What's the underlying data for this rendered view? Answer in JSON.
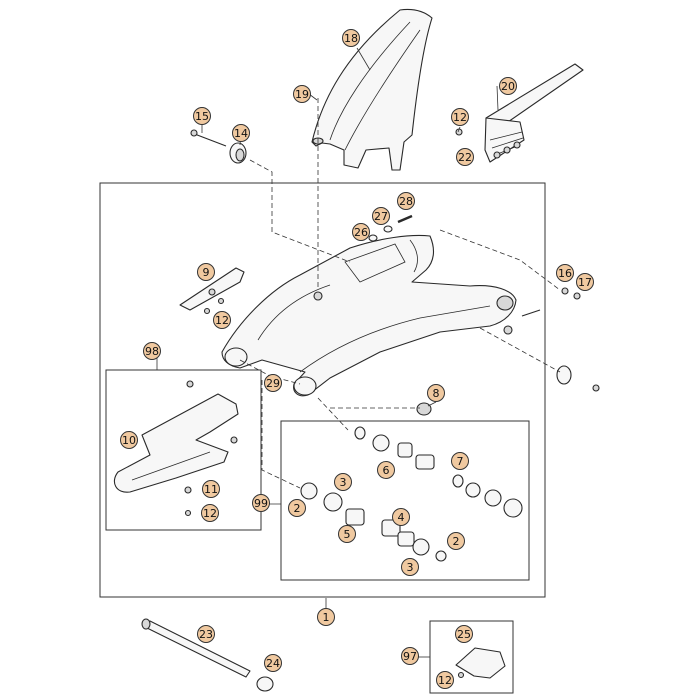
{
  "diagram": {
    "callout_fill": "#f0c9a0",
    "line_color": "#333333",
    "callouts": [
      "18",
      "19",
      "20",
      "15",
      "14",
      "12",
      "22",
      "28",
      "27",
      "26",
      "9",
      "16",
      "17",
      "12",
      "98",
      "29",
      "8",
      "10",
      "7",
      "6",
      "3",
      "11",
      "99",
      "2",
      "4",
      "12",
      "5",
      "2",
      "3",
      "1",
      "23",
      "25",
      "97",
      "24",
      "12"
    ]
  }
}
